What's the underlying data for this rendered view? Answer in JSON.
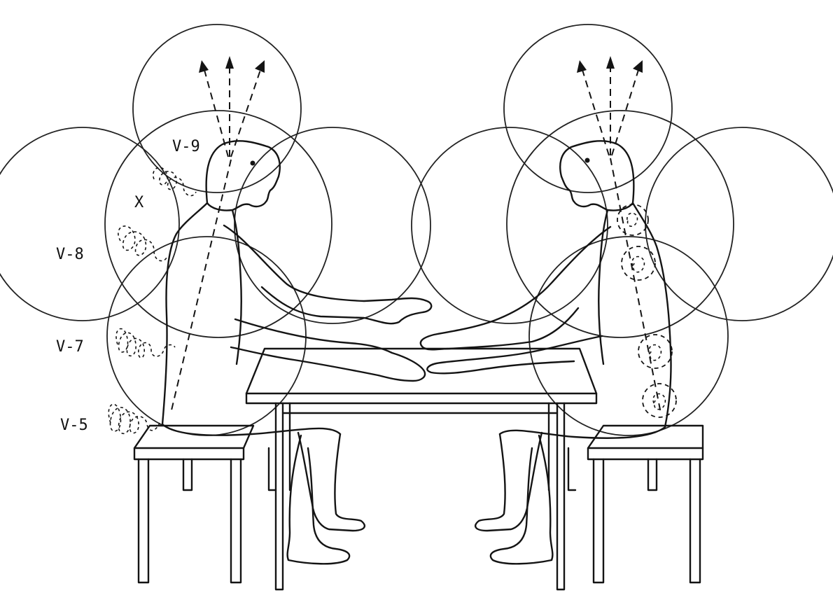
{
  "figure": {
    "labels": {
      "v9": "V-9",
      "x": "X",
      "v8": "V-8",
      "v7": "V-7",
      "v5": "V-5"
    }
  }
}
